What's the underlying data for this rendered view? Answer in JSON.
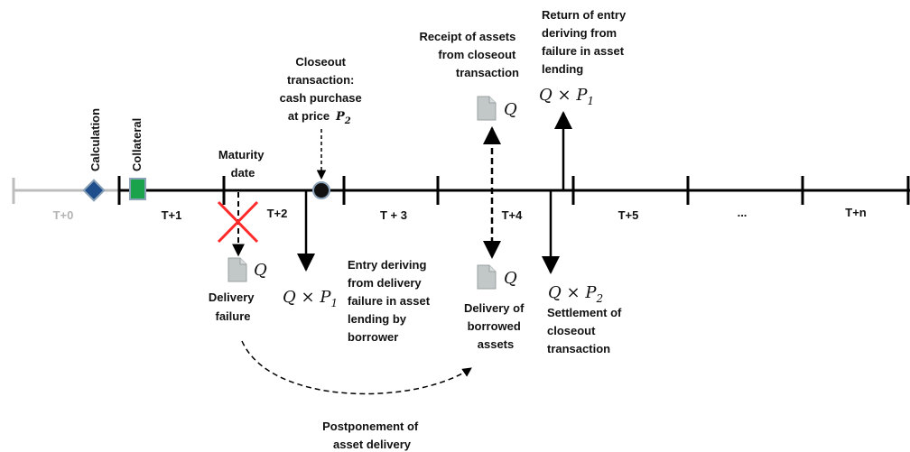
{
  "periods": [
    "T+0",
    "T+1",
    "T+2",
    "T + 3",
    "T+4",
    "T+5",
    "...",
    "T+n"
  ],
  "labels": {
    "calculation": "Calculation",
    "collateral": "Collateral",
    "maturity": [
      "Maturity",
      "date"
    ],
    "closeout": [
      "Closeout",
      "transaction:",
      "cash purchase",
      "at price"
    ],
    "receipt": [
      "Receipt of assets",
      "from closeout",
      "transaction"
    ],
    "return_entry": [
      "Return of entry",
      "deriving from",
      "failure in asset",
      "lending"
    ],
    "delivery_failure": [
      "Delivery",
      "failure"
    ],
    "entry_failure": [
      "Entry deriving",
      "from delivery",
      "failure in asset",
      "lending by",
      "borrower"
    ],
    "delivery_borrowed": [
      "Delivery of",
      "borrowed",
      "assets"
    ],
    "settlement": [
      "Settlement of",
      "closeout",
      "transaction"
    ],
    "postponement": [
      "Postponement of",
      "asset delivery"
    ]
  },
  "math": {
    "q": "Q",
    "p": "P",
    "times": "×",
    "sub1": "1",
    "sub2": "2"
  },
  "colors": {
    "calculation_marker": "#1f4e8c",
    "collateral_marker": "#1aa34a",
    "failure_cross": "#ff2a2a",
    "document_icon": "#c2c7c8",
    "timeline": "#000000",
    "timeline_t0": "#bdbdbd"
  }
}
